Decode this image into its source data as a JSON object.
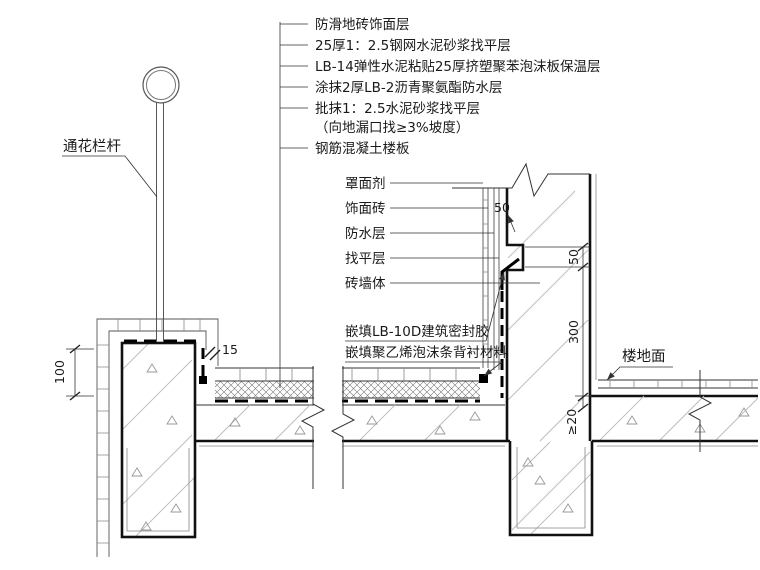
{
  "c": {
    "top": [
      "防滑地砖饰面层",
      "25厚1：2.5钢网水泥砂浆找平层",
      "LB-14弹性水泥粘贴25厚挤塑聚苯泡沫板保温层",
      "涂抹2厚LB-2沥青聚氨酯防水层",
      "批抹1：2.5水泥砂浆找平层",
      "（向地漏口找≥3%坡度）",
      "钢筋混凝土楼板"
    ],
    "wall": [
      "罩面剂",
      "饰面砖",
      "防水层",
      "找平层",
      "砖墙体"
    ],
    "joint": [
      "嵌填LB-10D建筑密封胶",
      "嵌填聚乙烯泡沫条背衬材料"
    ],
    "railing": "通花栏杆",
    "floor": "楼地面"
  },
  "dims": {
    "parapet": "100",
    "gap": "15",
    "flash": "50",
    "groove": "50",
    "upturn": "300",
    "step": "≥20"
  },
  "colors": {
    "line": "#1a1a1a",
    "membrane": "#000000",
    "hatch": "#bbbbbb",
    "background": "#ffffff"
  }
}
